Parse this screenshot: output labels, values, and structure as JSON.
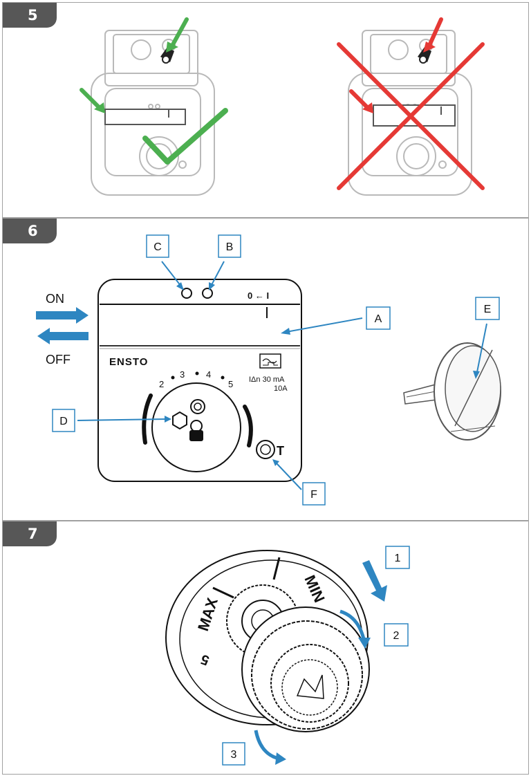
{
  "step5": {
    "number": "5",
    "correct": {
      "status_color": "#4caf50"
    },
    "incorrect": {
      "status_color": "#e53935"
    }
  },
  "step6": {
    "number": "6",
    "arrow_color": "#2e86c1",
    "on_label": "ON",
    "off_label": "OFF",
    "callouts": {
      "a": "A",
      "b": "B",
      "c": "C",
      "d": "D",
      "e": "E",
      "f": "F"
    },
    "device": {
      "brand": "ENSTO",
      "switch_marking": "0 ← I",
      "dial_scale": [
        "2",
        "3",
        "4",
        "5"
      ],
      "rating_line1": "IΔn 30 mA",
      "rating_line2": "10A",
      "test_label": "T"
    }
  },
  "step7": {
    "number": "7",
    "arrow_color": "#2e86c1",
    "callouts": {
      "one": "1",
      "two": "2",
      "three": "3"
    },
    "knob_labels": {
      "max": "MAX",
      "min": "MIN",
      "five": "5"
    }
  }
}
